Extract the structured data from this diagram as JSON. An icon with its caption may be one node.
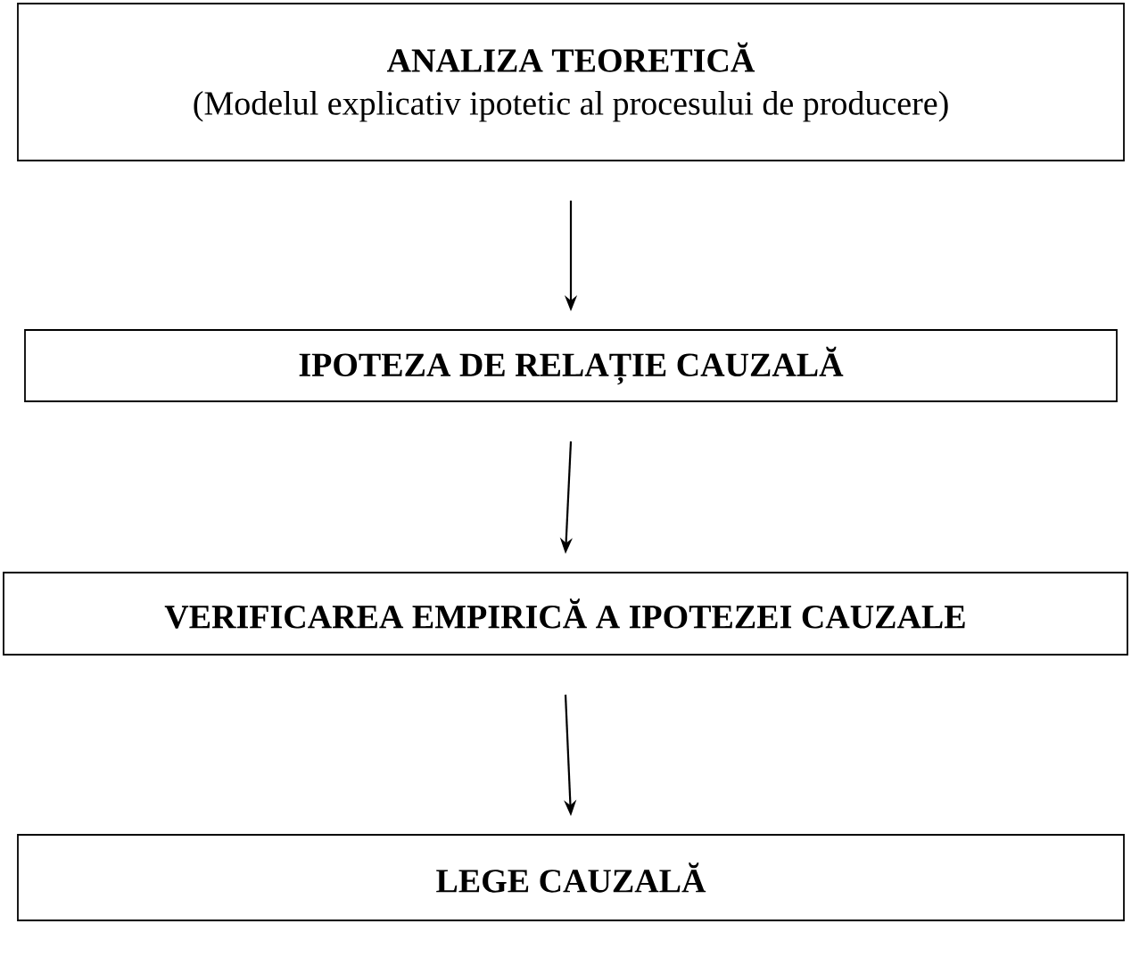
{
  "diagram": {
    "nodes": [
      {
        "text": [
          "ANALIZA TEORETICĂ",
          "(Modelul explicativ ipotetic al procesului de producere)"
        ]
      },
      {
        "text": [
          "IPOTEZA DE RELAȚIE CAUZALĂ"
        ]
      },
      {
        "text": [
          "VERIFICAREA EMPIRICĂ A IPOTEZEI CAUZALE"
        ]
      },
      {
        "text": [
          "LEGE CAUZALĂ"
        ]
      }
    ],
    "edges": [
      {
        "from": 0,
        "to": 1,
        "arrow": "to"
      },
      {
        "from": 1,
        "to": 2,
        "arrow": "to"
      },
      {
        "from": 2,
        "to": 3,
        "arrow": "to"
      }
    ]
  }
}
